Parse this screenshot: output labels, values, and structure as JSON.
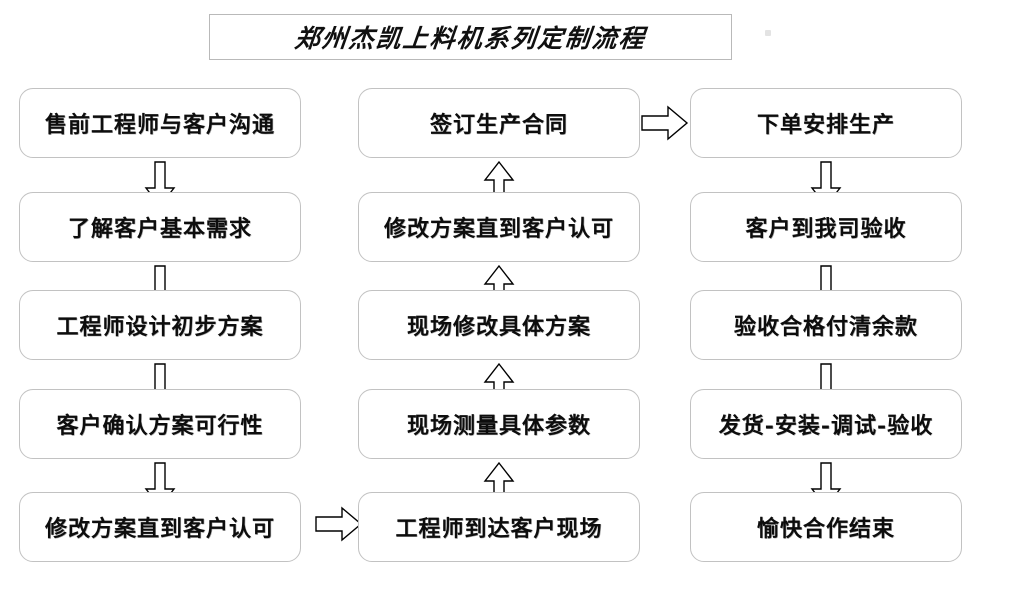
{
  "title": {
    "text": "郑州杰凯上料机系列定制流程"
  },
  "columns": [
    {
      "name": "column-1",
      "direction": "down",
      "nodes": [
        {
          "label": "售前工程师与客户沟通"
        },
        {
          "label": "了解客户基本需求"
        },
        {
          "label": "工程师设计初步方案"
        },
        {
          "label": "客户确认方案可行性"
        },
        {
          "label": "修改方案直到客户认可"
        }
      ]
    },
    {
      "name": "column-2",
      "direction": "up",
      "nodes": [
        {
          "label": "签订生产合同"
        },
        {
          "label": "修改方案直到客户认可"
        },
        {
          "label": "现场修改具体方案"
        },
        {
          "label": "现场测量具体参数"
        },
        {
          "label": "工程师到达客户现场"
        }
      ]
    },
    {
      "name": "column-3",
      "direction": "down",
      "nodes": [
        {
          "label": "下单安排生产"
        },
        {
          "label": "客户到我司验收"
        },
        {
          "label": "验收合格付清余款"
        },
        {
          "label": "发货-安装-调试-验收"
        },
        {
          "label": "愉快合作结束"
        }
      ]
    }
  ],
  "connectors": {
    "col1_to_col2": "right-arrow",
    "col2_to_col3": "right-arrow",
    "col1_internal": "down-arrow",
    "col2_internal": "up-arrow",
    "col3_internal": "down-arrow"
  },
  "colors": {
    "box_border": "#c2c2c2",
    "title_border": "#b9b9b9",
    "text": "#0d0d0d",
    "arrow_stroke": "#000000",
    "background": "#ffffff"
  }
}
